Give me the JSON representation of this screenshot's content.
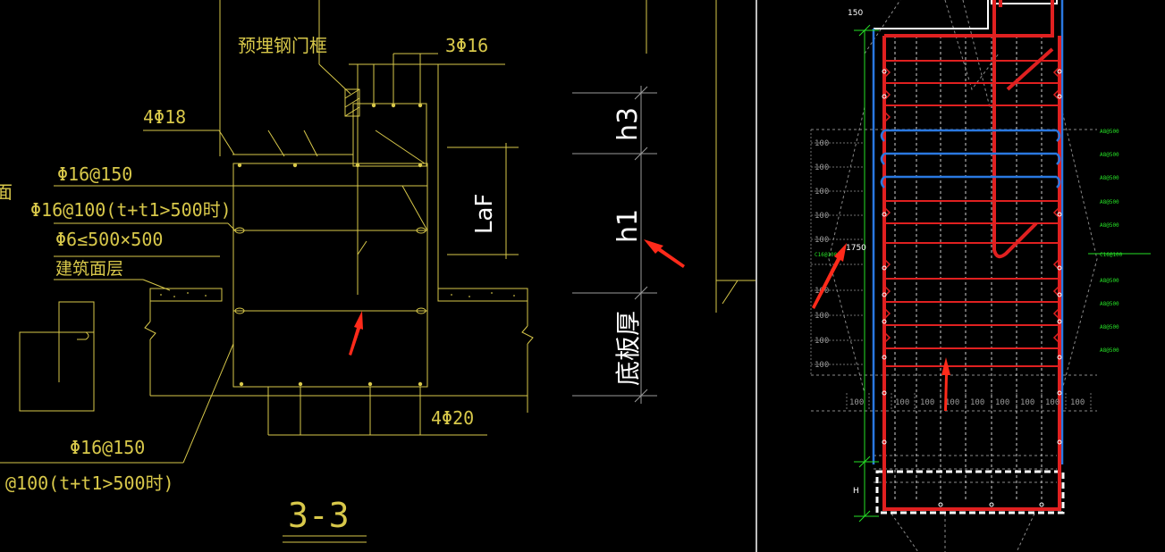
{
  "left": {
    "labels": {
      "embed_frame": "预埋钢门框",
      "top_bars": "3Φ16",
      "side_bars": "4Φ18",
      "dist_bar_1": "Φ16@150",
      "dist_bar_2": "Φ16@100(t+t1>500时)",
      "tie_bar": "Φ6≤500×500",
      "finish_layer": "建筑面层",
      "bottom_bars": "4Φ20",
      "bottom_dist_1": "Φ16@150",
      "bottom_dist_2": "@100(t+t1>500时)",
      "edge_char": "面",
      "section_title": "3-3"
    },
    "dims": {
      "h3": "h3",
      "laf": "LaF",
      "h1": "h1",
      "slab_thickness": "底板厚"
    }
  },
  "right": {
    "dims": {
      "top": "150",
      "mid": "1750",
      "bottom": "H"
    },
    "rebar_labels": {
      "a_label": "A8@500",
      "c_left": "C16@100",
      "c_right": "C16@100"
    },
    "grid": {
      "row_label": "100",
      "col_label": "100"
    }
  },
  "colors": {
    "background": "#000000",
    "cad_line": "#d8c84a",
    "dim_line": "#9a9a9a",
    "rebar_red": "#e02020",
    "rebar_blue": "#2a78e0",
    "dim_green": "#26e026",
    "arrow_red": "#ff2a1a",
    "divider": "#bdbdbd"
  }
}
